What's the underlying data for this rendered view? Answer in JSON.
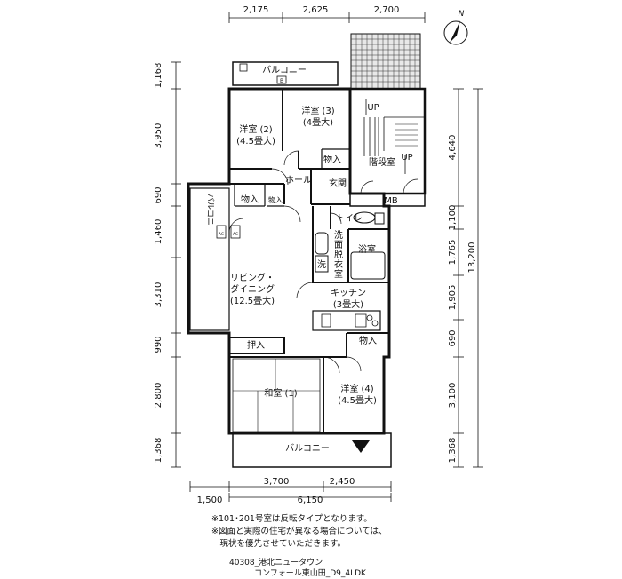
{
  "plan": {
    "rooms": {
      "balcony_top": "バルコニー",
      "balcony_top_b": "B",
      "western3": [
        "洋室 (3)",
        "(4畳大)"
      ],
      "western2": [
        "洋室 (2)",
        "(4.5畳大)"
      ],
      "closet_w3": "物入",
      "stair": "階段室",
      "up1": "UP",
      "up2": "UP",
      "hall": "ホール",
      "entrance": "玄関",
      "closet_a": "物入",
      "closet_b": "物入",
      "mb": "MB",
      "balcony_side": "バルコニー",
      "ac1": "AC",
      "ac2": "AC",
      "toilet": "トイレ",
      "washroom": [
        "洗",
        "面",
        "脱",
        "衣",
        "室"
      ],
      "wash": "洗",
      "bath": "浴室",
      "living": [
        "リビング・",
        "ダイニング",
        "(12.5畳大)"
      ],
      "kitchen": [
        "キッチン",
        "(3畳大)"
      ],
      "closet_k": "物入",
      "oshiire": "押入",
      "japanese1": "和室 (1)",
      "western4": [
        "洋室 (4)",
        "(4.5畳大)"
      ],
      "balcony_bottom": "バルコニー"
    },
    "north": "N",
    "dims_top": [
      "2,175",
      "2,625",
      "2,700"
    ],
    "dims_left": [
      "1,168",
      "3,950",
      "690",
      "1,460",
      "3,310",
      "990",
      "2,800",
      "1,368"
    ],
    "dims_right": [
      "4,640",
      "1,100",
      "1,765",
      "1,905",
      "690",
      "3,100",
      "1,368"
    ],
    "dim_right_total": "13,200",
    "dims_bottom": [
      "3,700",
      "2,450"
    ],
    "dim_bottom_total": "6,150",
    "dim_bottom_left": "1,500"
  },
  "notes": [
    "※101･201号室は反転タイプとなります。",
    "※図面と実際の住宅が異なる場合については、",
    "　現状を優先させていただきます。"
  ],
  "credit": [
    "40308_港北ニュータウン",
    "コンフォール東山田_D9_4LDK"
  ]
}
